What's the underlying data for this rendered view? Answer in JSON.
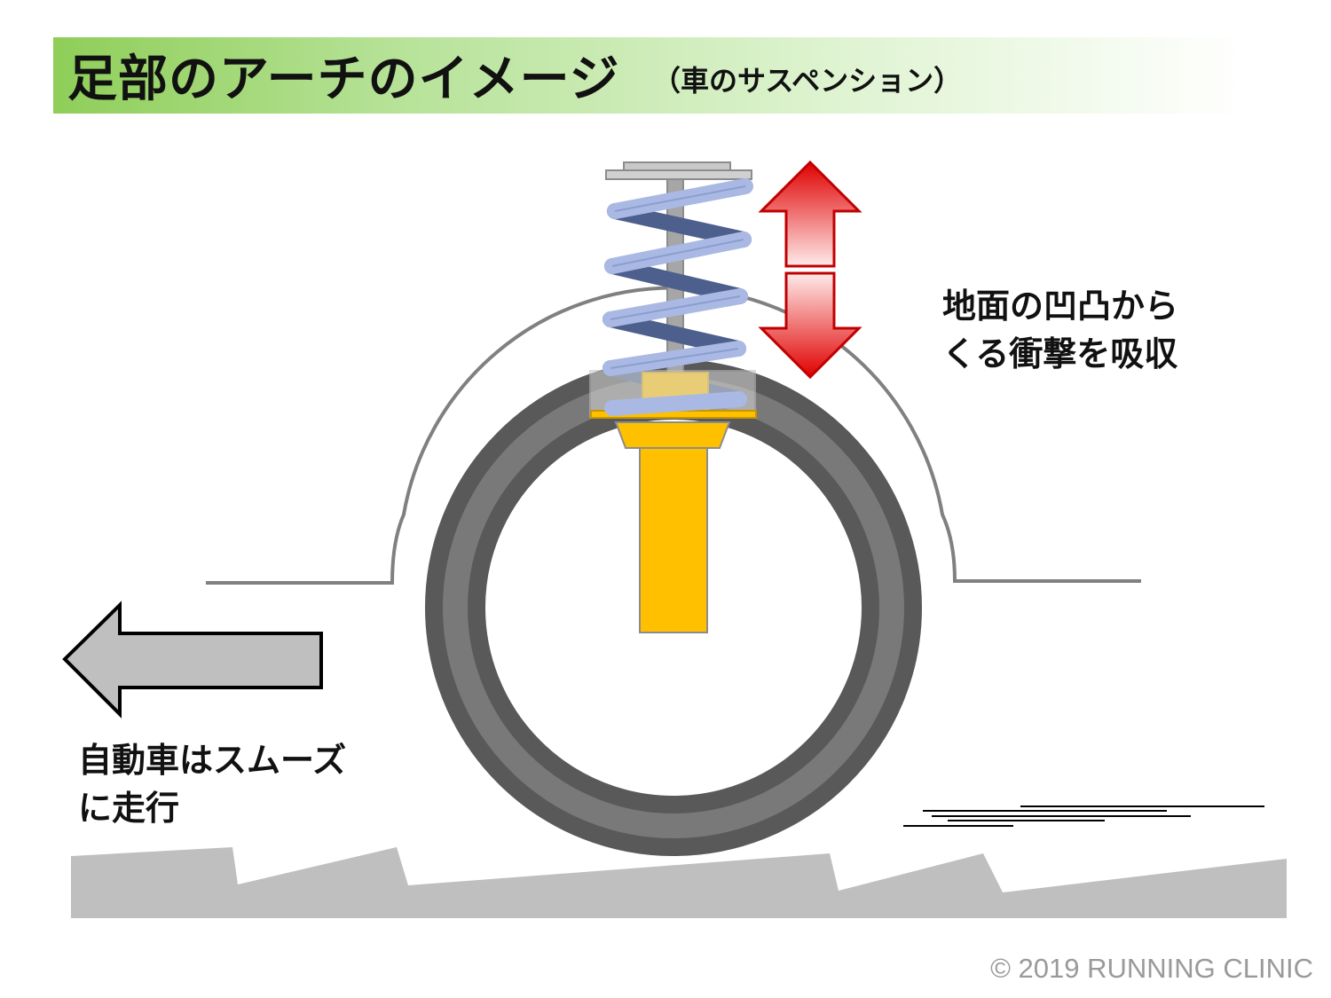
{
  "title": {
    "main": "足部のアーチのイメージ",
    "sub": "（車のサスペンション）"
  },
  "labels": {
    "absorb_line1": "地面の凹凸から",
    "absorb_line2": "くる衝撃を吸収",
    "smooth_line1": "自動車はスムーズ",
    "smooth_line2": "に走行"
  },
  "copyright": "© 2019 RUNNING CLINIC",
  "colors": {
    "title_gradient_start": "#8fce59",
    "tire": "#595959",
    "tire_tread": "#7f7f7f",
    "damper": "#ffc000",
    "spring_front": "#aab9e3",
    "spring_back": "#4d5f8c",
    "shaft": "#a6a6a6",
    "impact_arrow": "#ff0000",
    "direction_arrow": "#bfbfbf",
    "ground": "#bfbfbf",
    "body_line": "#808080"
  },
  "icons": {
    "vertical_arrow": "double-headed-vertical-arrow-icon",
    "direction_arrow": "left-arrow-icon"
  }
}
